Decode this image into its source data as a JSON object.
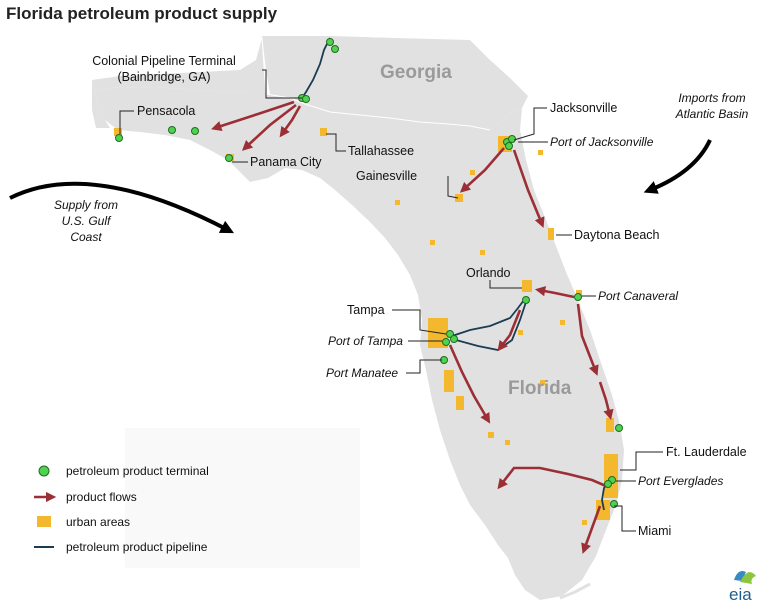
{
  "title": "Florida petroleum product supply",
  "states": {
    "georgia": "Georgia",
    "florida": "Florida"
  },
  "labels": {
    "colonial": [
      "Colonial Pipeline Terminal",
      "(Bainbridge, GA)"
    ],
    "pensacola": "Pensacola",
    "panama_city": "Panama City",
    "tallahassee": "Tallahassee",
    "gainesville": "Gainesville",
    "jacksonville": "Jacksonville",
    "port_jacksonville": "Port of Jacksonville",
    "daytona": "Daytona Beach",
    "orlando": "Orlando",
    "port_canaveral": "Port Canaveral",
    "tampa": "Tampa",
    "port_tampa": "Port of Tampa",
    "port_manatee": "Port Manatee",
    "ft_lauderdale": "Ft. Lauderdale",
    "port_everglades": "Port Everglades",
    "miami": "Miami"
  },
  "annotations": {
    "atlantic": [
      "Imports  from",
      "Atlantic Basin"
    ],
    "gulf": [
      "Supply from",
      "U.S. Gulf",
      "Coast"
    ]
  },
  "legend": {
    "terminal": "petroleum product terminal",
    "flows": "product flows",
    "urban": "urban areas",
    "pipeline": "petroleum product pipeline"
  },
  "logo": "eia",
  "colors": {
    "land": "#e1e1e1",
    "water": "#ffffff",
    "terminal": "#4fd24f",
    "flow": "#9c2f35",
    "urban": "#f3b82e",
    "pipeline": "#1c3c52"
  }
}
